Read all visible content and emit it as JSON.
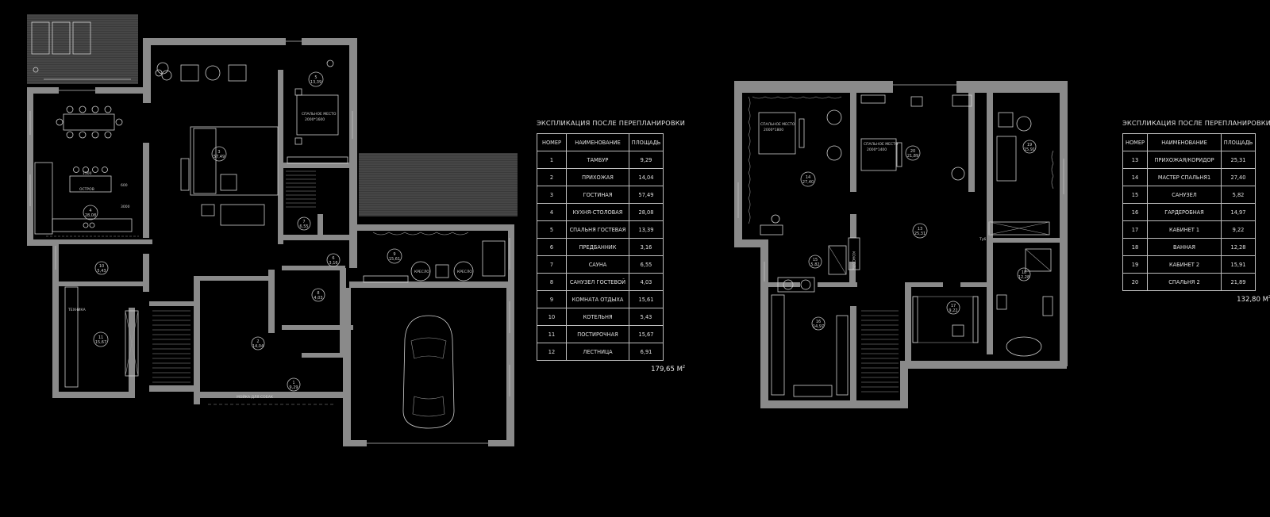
{
  "floor1": {
    "title": "ЭКСПЛИКАЦИЯ ПОСЛЕ ПЕРЕПЛАНИРОВКИ",
    "headers": [
      "НОМЕР",
      "НАИМЕНОВАНИЕ",
      "ПЛОЩАДЬ"
    ],
    "rows": [
      [
        "1",
        "ТАМБУР",
        "9,29"
      ],
      [
        "2",
        "ПРИХОЖАЯ",
        "14,04"
      ],
      [
        "3",
        "ГОСТИНАЯ",
        "57,49"
      ],
      [
        "4",
        "КУХНЯ-СТОЛОВАЯ",
        "28,08"
      ],
      [
        "5",
        "СПАЛЬНЯ ГОСТЕВАЯ",
        "13,39"
      ],
      [
        "6",
        "ПРЕДБАННИК",
        "3,16"
      ],
      [
        "7",
        "САУНА",
        "6,55"
      ],
      [
        "8",
        "САНУЗЕЛ ГОСТЕВОЙ",
        "4,03"
      ],
      [
        "9",
        "КОМНАТА ОТДЫХА",
        "15,61"
      ],
      [
        "10",
        "КОТЕЛЬНЯ",
        "5,43"
      ],
      [
        "11",
        "ПОСТИРОЧНАЯ",
        "15,67"
      ],
      [
        "12",
        "ЛЕСТНИЦА",
        "6,91"
      ]
    ],
    "total": "179,65 М",
    "unit_sup": "2",
    "room_labels": [
      {
        "n": "1",
        "a": "9,29"
      },
      {
        "n": "2",
        "a": "14,04"
      },
      {
        "n": "3",
        "a": "57,49"
      },
      {
        "n": "4",
        "a": "28,08"
      },
      {
        "n": "5",
        "a": "13,39"
      },
      {
        "n": "6",
        "a": "3,16"
      },
      {
        "n": "7",
        "a": "6,55"
      },
      {
        "n": "8",
        "a": "4,03"
      },
      {
        "n": "9",
        "a": "15,61"
      },
      {
        "n": "10",
        "a": "5,43"
      },
      {
        "n": "11",
        "a": "15,67"
      }
    ],
    "annotations": {
      "bed": "СПАЛЬНОЕ МЕСТО",
      "bed_size": "2000*1600",
      "tech": "ТЕХНИКА",
      "dog_wash": "МОЙКА ДЛЯ СОБАК",
      "island": "ОСТРОВ",
      "dim_1500": "1500",
      "dim_600": "600",
      "dim_3000": "3000",
      "chair_1": "КРЕСЛО",
      "chair_2": "КРЕСЛО"
    }
  },
  "floor2": {
    "title": "ЭКСПЛИКАЦИЯ ПОСЛЕ ПЕРЕПЛАНИРОВКИ",
    "headers": [
      "НОМЕР",
      "НАИМЕНОВАНИЕ",
      "ПЛОЩАДЬ"
    ],
    "rows": [
      [
        "13",
        "ПРИХОЖАЯ/КОРИДОР",
        "25,31"
      ],
      [
        "14",
        "МАСТЕР СПАЛЬНЯ1",
        "27,40"
      ],
      [
        "15",
        "САНУЗЕЛ",
        "5,82"
      ],
      [
        "16",
        "ГАРДЕРОБНАЯ",
        "14,97"
      ],
      [
        "17",
        "КАБИНЕТ 1",
        "9,22"
      ],
      [
        "18",
        "ВАННАЯ",
        "12,28"
      ],
      [
        "19",
        "КАБИНЕТ 2",
        "15,91"
      ],
      [
        "20",
        "СПАЛЬНЯ 2",
        "21,89"
      ]
    ],
    "total": "132,80 М",
    "unit_sup": "2",
    "room_labels": [
      {
        "n": "13",
        "a": "25,31"
      },
      {
        "n": "14",
        "a": "27,40"
      },
      {
        "n": "15",
        "a": "5,82"
      },
      {
        "n": "16",
        "a": "14,97"
      },
      {
        "n": "17",
        "a": "9,22"
      },
      {
        "n": "18",
        "a": "12,28"
      },
      {
        "n": "19",
        "a": "15,91"
      },
      {
        "n": "20",
        "a": "21,89"
      }
    ],
    "annotations": {
      "bed1": "СПАЛЬНОЕ МЕСТО",
      "bed1_size": "2000*1800",
      "bed2": "СПАЛЬНОЕ МЕСТО",
      "bed2_size": "2000*1400",
      "console": "КОНСОЛЬ",
      "tub": "Ту6"
    }
  }
}
